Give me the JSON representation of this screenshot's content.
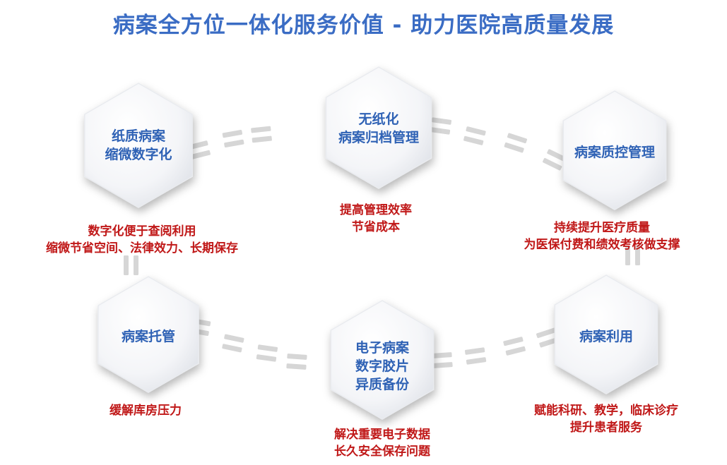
{
  "title": "病案全方位一体化服务价值 - 助力医院高质量发展",
  "colors": {
    "title": "#3a6cc4",
    "hex_label": "#2f62b5",
    "description": "#c01818",
    "dash": "#d6d6d6"
  },
  "nodes": [
    {
      "id": "paper-digitization",
      "label_lines": [
        "纸质病案",
        "缩微数字化"
      ],
      "desc_lines": [
        "数字化便于查阅利用",
        "缩微节省空间、法律效力、长期保存"
      ]
    },
    {
      "id": "paperless-archiving",
      "label_lines": [
        "无纸化",
        "病案归档管理"
      ],
      "desc_lines": [
        "提高管理效率",
        "节省成本"
      ]
    },
    {
      "id": "quality-control",
      "label_lines": [
        "病案质控管理"
      ],
      "desc_lines": [
        "持续提升医疗质量",
        "为医保付费和绩效考核做支撑"
      ]
    },
    {
      "id": "custody",
      "label_lines": [
        "病案托管"
      ],
      "desc_lines": [
        "缓解库房压力"
      ]
    },
    {
      "id": "electronic-records",
      "label_lines": [
        "电子病案",
        "数字胶片",
        "异质备份"
      ],
      "desc_lines": [
        "解决重要电子数据",
        "长久安全保存问题"
      ]
    },
    {
      "id": "record-utilization",
      "label_lines": [
        "病案利用"
      ],
      "desc_lines": [
        "赋能科研、教学，临床诊疗",
        "提升患者服务"
      ]
    }
  ]
}
